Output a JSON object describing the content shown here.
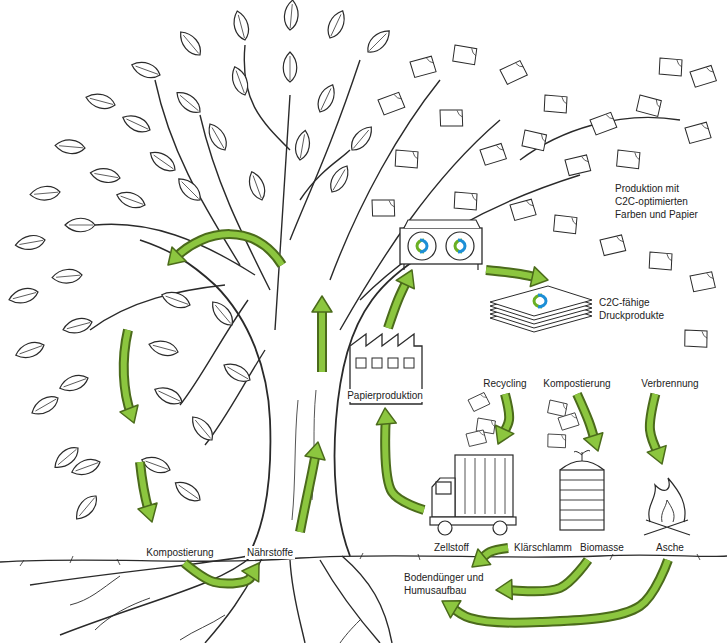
{
  "diagram": {
    "nodes": [
      {
        "text": [
          "Produktion mit C2C-optimierten Farben und Papier"
        ]
      },
      {
        "text": [
          "C2C-fähige Druckprodukte"
        ]
      },
      {
        "text": [
          "Papierproduktion"
        ]
      },
      {
        "text": [
          "Recycling"
        ]
      },
      {
        "text": [
          "Kompostierung"
        ]
      },
      {
        "text": [
          "Verbrennung"
        ]
      },
      {
        "text": [
          "Zellstoff"
        ]
      },
      {
        "text": [
          "Klärschlamm"
        ]
      },
      {
        "text": [
          "Biomasse"
        ]
      },
      {
        "text": [
          "Asche"
        ]
      },
      {
        "text": [
          "Kompostierung"
        ]
      },
      {
        "text": [
          "Nährstoffe"
        ]
      },
      {
        "text": [
          "Bodendünger und Humusaufbau"
        ]
      }
    ],
    "edges": [
      {
        "from": 2,
        "to": 0,
        "arrow": "to"
      },
      {
        "from": 0,
        "to": 1,
        "arrow": "to"
      },
      {
        "from": 3,
        "to": 6,
        "arrow": "to"
      },
      {
        "from": 4,
        "to": 8,
        "arrow": "to"
      },
      {
        "from": 5,
        "to": 9,
        "arrow": "to"
      },
      {
        "from": 6,
        "to": 2,
        "arrow": "to"
      },
      {
        "from": 7,
        "to": 12,
        "arrow": "to"
      },
      {
        "from": 8,
        "to": 12,
        "arrow": "to"
      },
      {
        "from": 9,
        "to": 12,
        "arrow": "to"
      },
      {
        "from": 10,
        "to": 11,
        "arrow": "to"
      }
    ]
  }
}
